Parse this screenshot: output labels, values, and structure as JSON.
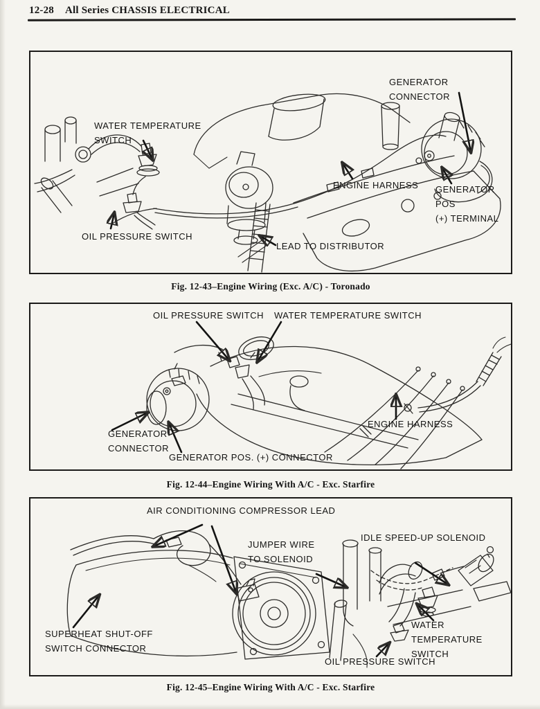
{
  "page": {
    "number": "12-28",
    "section_title": "All Series CHASSIS ELECTRICAL"
  },
  "figures": [
    {
      "id": "fig-12-43",
      "caption": "Fig. 12-43–Engine Wiring (Exc. A/C) - Toronado",
      "labels": {
        "water_temperature_switch": "WATER TEMPERATURE\nSWITCH",
        "oil_pressure_switch": "OIL PRESSURE SWITCH",
        "generator_connector": "GENERATOR CONNECTOR",
        "engine_harness": "ENGINE HARNESS",
        "generator_pos_terminal": "GENERATOR POS\n(+) TERMINAL",
        "lead_to_distributor": "LEAD TO DISTRIBUTOR"
      }
    },
    {
      "id": "fig-12-44",
      "caption": "Fig. 12-44–Engine Wiring With A/C - Exc. Starfire",
      "labels": {
        "oil_pressure_switch": "OIL PRESSURE SWITCH",
        "water_temperature_switch": "WATER TEMPERATURE SWITCH",
        "generator_connector": "GENERATOR\nCONNECTOR",
        "generator_pos_connector": "GENERATOR POS. (+) CONNECTOR",
        "engine_harness": "ENGINE HARNESS"
      }
    },
    {
      "id": "fig-12-45",
      "caption": "Fig. 12-45–Engine Wiring With A/C - Exc. Starfire",
      "labels": {
        "air_conditioning_compressor_lead": "AIR CONDITIONING COMPRESSOR LEAD",
        "jumper_wire_to_solenoid": "JUMPER WIRE\nTO SOLENOID",
        "idle_speed_up_solenoid": "IDLE SPEED-UP SOLENOID",
        "superheat_shut_off_switch_connector": "SUPERHEAT SHUT-OFF\nSWITCH CONNECTOR",
        "water_temperature_switch": "WATER TEMPERATURE\nSWITCH",
        "oil_pressure_switch": "OIL PRESSURE SWITCH"
      }
    }
  ]
}
